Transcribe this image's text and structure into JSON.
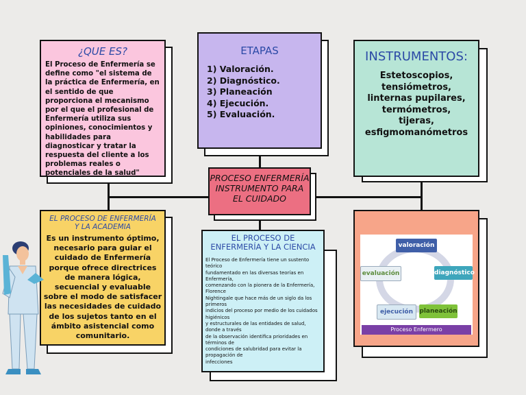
{
  "central": {
    "title_line1": "PROCESO ENFERMERÍA",
    "title_line2": "INSTRUMENTO PARA",
    "title_line3": "EL CUIDADO"
  },
  "que_es": {
    "title": "¿QUE ES?",
    "text": "El Proceso de Enfermería se define como \"el sistema de la práctica de Enfermería, en el sentido de que proporciona el mecanismo por el que el profesional de Enfermería utiliza sus opiniones, conocimientos y habilidades para diagnosticar y tratar la respuesta del cliente a los problemas reales o potenciales de la salud\""
  },
  "etapas": {
    "title": "ETAPAS",
    "items": [
      "1) Valoración.",
      "2) Diagnóstico.",
      "3) Planeación",
      "4) Ejecución.",
      "5) Evaluación."
    ]
  },
  "instrumentos": {
    "title": "INSTRUMENTOS:",
    "items": [
      "Estetoscopios,",
      "tensiómetros,",
      "linternas pupilares,",
      "termómetros,",
      "tijeras,",
      "esfigmomanómetros"
    ]
  },
  "academia": {
    "title_line1": "EL PROCESO DE ENFERMERÍA",
    "title_line2": "Y LA ACADEMIA",
    "text": "Es un instrumento óptimo, necesario para guiar el cuidado de Enfermería porque ofrece directrices de manera lógica, secuencial y evaluable sobre el modo de satisfacer las necesidades de cuidado de los sujetos tanto en el ámbito asistencial como comunitario."
  },
  "ciencia": {
    "title_line1": "EL PROCESO DE",
    "title_line2": "ENFERMERÍA Y LA CIENCIA",
    "lines": [
      "El Proceso de Enfermería tiene un sustento teórico",
      "fundamentado en las diversas teorías en Enfermería,",
      "comenzando con la pionera de la Enfermería, Florence",
      "Nightingale que hace más de un siglo da los primeros",
      "indicios del proceso por medio de los cuidados higiénicos",
      "y estructurales de las entidades de salud, donde a través",
      "de la observación identifica prioridades en términos de",
      "condiciones de salubridad para evitar la propagación de",
      "infecciones"
    ]
  },
  "diagram": {
    "steps": {
      "valoracion": "valoración",
      "diagnostico": "diagnóstico",
      "planeacion": "planeación",
      "ejecucion": "ejecución",
      "evaluacion": "evaluación"
    },
    "caption": "Proceso Enfermero"
  },
  "colors": {
    "pink": "#fbc6de",
    "lavender": "#c7b6ee",
    "mint": "#b7e5d6",
    "rose": "#ec6f82",
    "yellow": "#f8d366",
    "lightblue": "#cdf0f6",
    "salmon": "#f7a589",
    "blue_text": "#2c4aa6"
  }
}
